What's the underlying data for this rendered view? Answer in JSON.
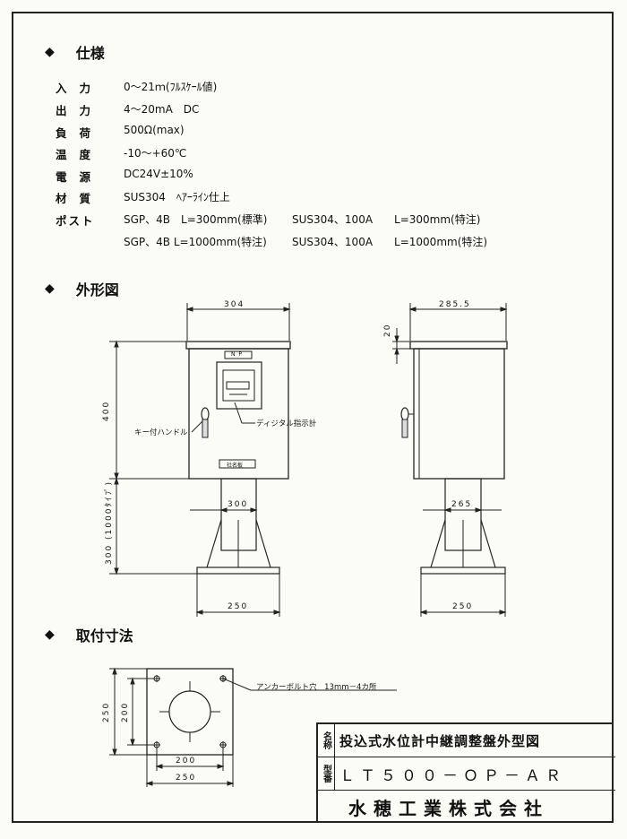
{
  "sections": {
    "spec": "仕様",
    "outline": "外形図",
    "mounting": "取付寸法"
  },
  "specs": [
    {
      "label": "入力",
      "value": "0～21ｍ(ﾌﾙｽｹｰﾙ値)"
    },
    {
      "label": "出力",
      "value": "4～20mA　DC"
    },
    {
      "label": "負荷",
      "value": "500Ω(max)"
    },
    {
      "label": "温度",
      "value": "-10～+60℃"
    },
    {
      "label": "電源",
      "value": "DC24V±10%"
    },
    {
      "label": "材質",
      "value": "SUS304　ﾍｱｰﾗｲﾝ仕上"
    }
  ],
  "post": {
    "label": "ポスト",
    "row1_left": "SGP、4B　L=300mm(標準)",
    "row1_right": "SUS304、100A　　L=300mm(特注)",
    "row2_left": "SGP、4B L=1000mm(特注)",
    "row2_right": "SUS304、100A　　L=1000mm(特注)"
  },
  "front_view": {
    "width_top": "304",
    "height_box": "400",
    "post_width": "300",
    "post_height": "300 (1000ﾀｲﾌﾟ)",
    "base_width": "250",
    "np_label": "N P",
    "nameplate": "社名板",
    "key_handle": "キー付ハンドル",
    "digital_indicator": "ディジタル指示計"
  },
  "side_view": {
    "depth_top": "285.5",
    "roof": "20",
    "post_depth": "265",
    "base_depth": "250"
  },
  "mounting": {
    "outer": "250",
    "inner": "200",
    "outer_v": "250",
    "inner_v": "200",
    "anchor_note": "アンカーボルト穴　13mm－4カ所"
  },
  "title_block": {
    "name_tag": "名称",
    "name": "投込式水位計中継調整盤外型図",
    "model_tag": "型番",
    "model": "ＬＴ５００－ＯＰ－ＡＲ",
    "company": "水穂工業株式会社"
  }
}
